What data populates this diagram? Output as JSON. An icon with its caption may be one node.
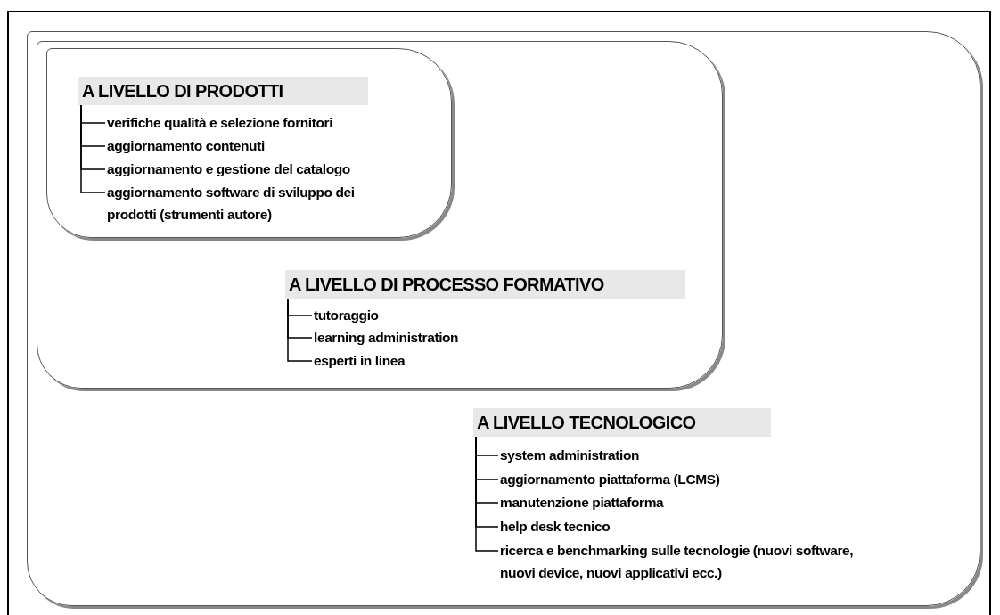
{
  "diagram": {
    "nodes": [
      {
        "text": [],
        "shape": "box"
      },
      {
        "text": [],
        "shape": "box",
        "in": 0
      },
      {
        "text": [],
        "shape": "box",
        "in": 1
      },
      {
        "text": [
          "A LIVELLO DI PRODOTTI"
        ],
        "in": 2
      },
      {
        "text": [
          "verifiche qualità e selezione fornitori"
        ],
        "in": 2
      },
      {
        "text": [
          "aggiornamento contenuti"
        ],
        "in": 2
      },
      {
        "text": [
          "aggiornamento e gestione del catalogo"
        ],
        "in": 2
      },
      {
        "text": [
          "aggiornamento software di sviluppo dei prodotti (strumenti autore)"
        ],
        "in": 2
      },
      {
        "text": [
          "A LIVELLO DI PROCESSO FORMATIVO"
        ],
        "in": 1
      },
      {
        "text": [
          "tutoraggio"
        ],
        "in": 1
      },
      {
        "text": [
          "learning administration"
        ],
        "in": 1
      },
      {
        "text": [
          "esperti in linea"
        ],
        "in": 1
      },
      {
        "text": [
          "A LIVELLO TECNOLOGICO"
        ],
        "in": 0
      },
      {
        "text": [
          "system administration"
        ],
        "in": 0
      },
      {
        "text": [
          "aggiornamento piattaforma (LCMS)"
        ],
        "in": 0
      },
      {
        "text": [
          "manutenzione piattaforma"
        ],
        "in": 0
      },
      {
        "text": [
          "help desk tecnico"
        ],
        "in": 0
      },
      {
        "text": [
          "ricerca e benchmarking sulle tecnologie (nuovi software, nuovi device, nuovi applicativi ecc.)"
        ],
        "in": 0
      }
    ],
    "edges": [
      {
        "from": 3,
        "to": 4,
        "arrow": "none"
      },
      {
        "from": 3,
        "to": 5,
        "arrow": "none"
      },
      {
        "from": 3,
        "to": 6,
        "arrow": "none"
      },
      {
        "from": 3,
        "to": 7,
        "arrow": "none"
      },
      {
        "from": 8,
        "to": 9,
        "arrow": "none"
      },
      {
        "from": 8,
        "to": 10,
        "arrow": "none"
      },
      {
        "from": 8,
        "to": 11,
        "arrow": "none"
      },
      {
        "from": 12,
        "to": 13,
        "arrow": "none"
      },
      {
        "from": 12,
        "to": 14,
        "arrow": "none"
      },
      {
        "from": 12,
        "to": 15,
        "arrow": "none"
      },
      {
        "from": 12,
        "to": 16,
        "arrow": "none"
      },
      {
        "from": 12,
        "to": 17,
        "arrow": "none"
      }
    ]
  }
}
